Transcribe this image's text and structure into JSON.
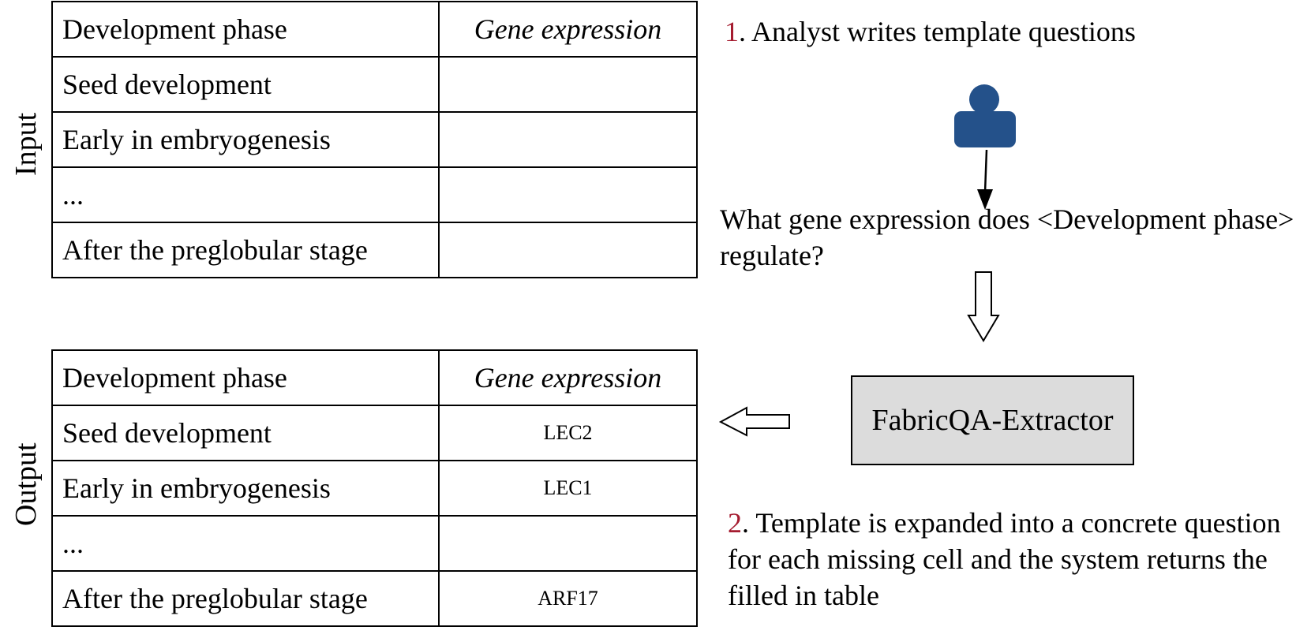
{
  "input_section": {
    "label": "Input",
    "headers": [
      "Development phase",
      "Gene expression"
    ],
    "rows": [
      [
        "Seed development",
        ""
      ],
      [
        "Early in embryogenesis",
        ""
      ],
      [
        "...",
        ""
      ],
      [
        "After the preglobular stage",
        ""
      ]
    ]
  },
  "output_section": {
    "label": "Output",
    "headers": [
      "Development phase",
      "Gene expression"
    ],
    "rows": [
      [
        "Seed development",
        "LEC2"
      ],
      [
        "Early in embryogenesis",
        "LEC1"
      ],
      [
        "...",
        ""
      ],
      [
        "After the preglobular stage",
        "ARF17"
      ]
    ]
  },
  "step1": {
    "number": "1",
    "text": ". Analyst writes template questions"
  },
  "question": "What gene expression does  <Development phase> regulate?",
  "extractor": {
    "label": "FabricQA-Extractor"
  },
  "step2": {
    "number": "2",
    "text": ". Template is expanded into a concrete question for each missing cell and the system returns the filled in table"
  },
  "colors": {
    "accent_number": "#a51c30",
    "user_icon": "#24518a",
    "extractor_fill": "#dcdcdc"
  },
  "icons": {
    "analyst": "user-icon"
  }
}
